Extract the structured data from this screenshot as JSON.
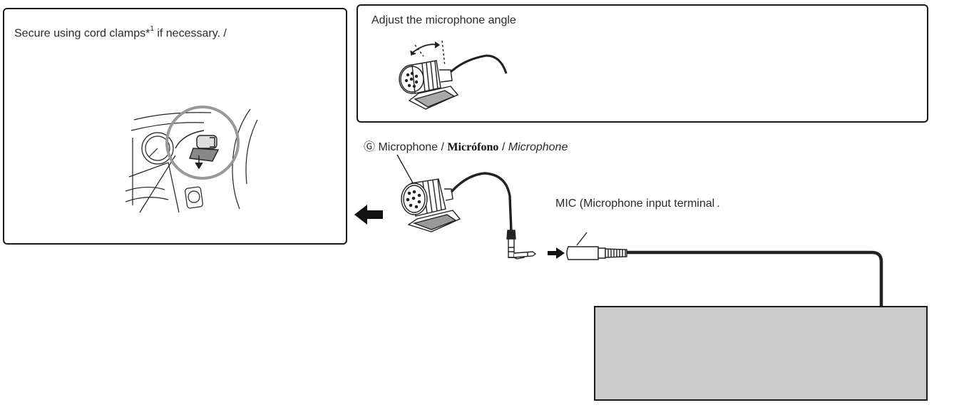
{
  "left_panel": {
    "instruction_prefix": "Secure using cord clamps*",
    "footnote_mark": "1",
    "instruction_suffix": " if necessary. /"
  },
  "right_panel": {
    "instruction": "Adjust the microphone angle"
  },
  "microphone_label": {
    "marker": "Ⓖ",
    "english": "Microphone",
    "separator": " / ",
    "spanish": "Micrófono",
    "french": "Microphone"
  },
  "terminal_label": "MIC (Microphone input terminal",
  "terminal_trailing": ".",
  "icons": [
    "dashboard-illustration",
    "microphone-angle-illustration",
    "microphone-illustration",
    "left-arrow-icon",
    "right-arrow-icon",
    "mini-plug",
    "mic-input-jack",
    "head-unit-box"
  ],
  "colors": {
    "line": "#1a1a1a",
    "head_unit_fill": "#cacaca",
    "background": "#ffffff"
  }
}
